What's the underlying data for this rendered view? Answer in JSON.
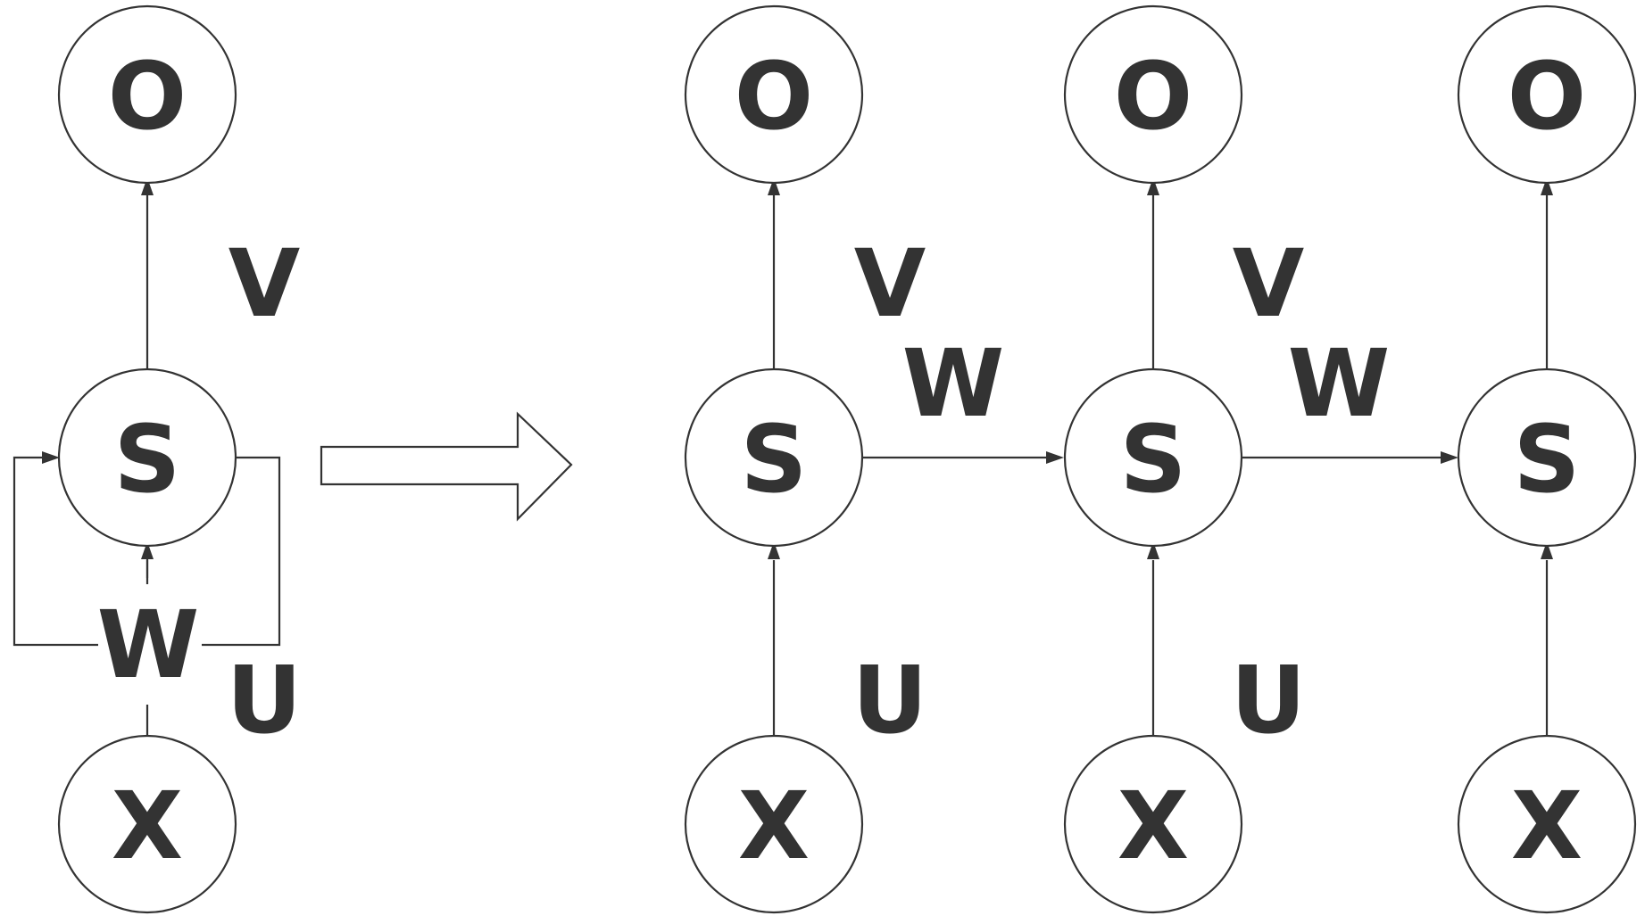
{
  "labels": {
    "output": "O",
    "state": "S",
    "input": "X",
    "weight_v": "V",
    "weight_w": "W",
    "weight_u": "U"
  },
  "colors": {
    "stroke": "#333333",
    "background": "#ffffff"
  }
}
